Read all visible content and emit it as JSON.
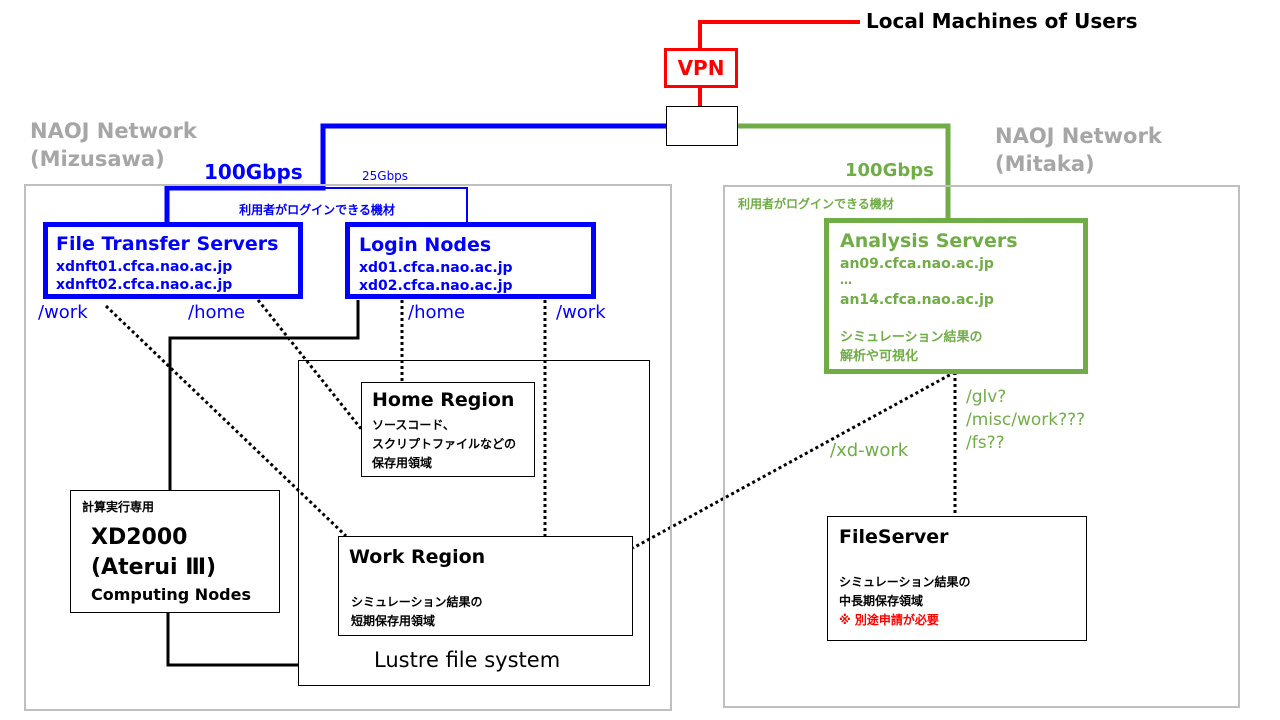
{
  "local_machines": "Local Machines of Users",
  "vpn": "VPN",
  "mizusawa": {
    "line1": "NAOJ Network",
    "line2": "(Mizusawa)"
  },
  "mitaka": {
    "line1": "NAOJ Network",
    "line2": "(Mitaka)"
  },
  "mizusawa_speed": "100Gbps",
  "mizusawa_speed_small": "25Gbps",
  "mitaka_speed": "100Gbps",
  "login_label_blue": "利用者がログインできる機材",
  "login_label_green": "利用者がログインできる機材",
  "fts": {
    "title": "File Transfer Servers",
    "host1": "xdnft01.cfca.nao.ac.jp",
    "host2": "xdnft02.cfca.nao.ac.jp"
  },
  "login": {
    "title": "Login Nodes",
    "host1": "xd01.cfca.nao.ac.jp",
    "host2": "xd02.cfca.nao.ac.jp"
  },
  "analysis": {
    "title": "Analysis Servers",
    "host1": "an09.cfca.nao.ac.jp",
    "ellipsis": "…",
    "host2": "an14.cfca.nao.ac.jp",
    "desc1": "シミュレーション結果の",
    "desc2": "解析や可視化"
  },
  "paths": {
    "fts_work": "/work",
    "fts_home": "/home",
    "login_home": "/home",
    "login_work": "/work",
    "xd_work": "/xd-work",
    "mitaka_list": [
      "/glv?",
      "/misc/work???",
      "/fs??"
    ]
  },
  "home_region": {
    "title": "Home Region",
    "desc1": "ソースコード、",
    "desc2": "スクリプトファイルなどの",
    "desc3": "保存用領域"
  },
  "work_region": {
    "title": "Work Region",
    "desc1": "シミュレーション結果の",
    "desc2": "短期保存用領域"
  },
  "lustre": "Lustre file system",
  "xd2000": {
    "tag": "計算実行専用",
    "line1": "XD2000",
    "line2": "(Aterui Ⅲ)",
    "line3": "Computing Nodes"
  },
  "fileserver": {
    "title": "FileServer",
    "desc1": "シミュレーション結果の",
    "desc2": "中長期保存領域",
    "note": "※ 別途申請が必要"
  },
  "colors": {
    "blue": "#0000ff",
    "green": "#70ad47",
    "red": "#ff0000",
    "gray": "#a6a6a6"
  }
}
